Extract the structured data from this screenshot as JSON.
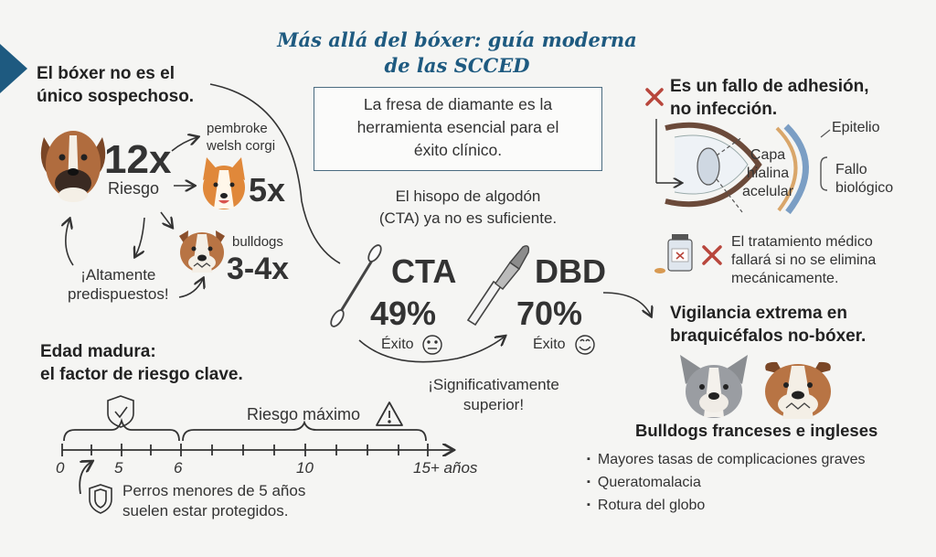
{
  "title": {
    "line1": "Más allá del bóxer: guía moderna",
    "line2": "de las SCCED"
  },
  "left": {
    "heading_line1": "El bóxer no es el",
    "heading_line2": "único sospechoso.",
    "boxer_multiplier": "12x",
    "boxer_caption": "Riesgo",
    "corgi_label_line1": "pembroke",
    "corgi_label_line2": "welsh corgi",
    "corgi_multiplier": "5x",
    "bulldog_label": "bulldogs",
    "bulldog_multiplier": "3-4x",
    "predisposed_line1": "¡Altamente",
    "predisposed_line2": "predispuestos!"
  },
  "age": {
    "heading_line1": "Edad madura:",
    "heading_line2": "el factor de riesgo clave.",
    "peak_label": "Riesgo máximo",
    "ticks": [
      "0",
      "5",
      "6",
      "10",
      "15+ años"
    ],
    "protected_line1": "Perros menores de 5 años",
    "protected_line2": "suelen estar protegidos."
  },
  "center": {
    "box_line1": "La fresa de diamante es la",
    "box_line2": "herramienta esencial para el",
    "box_line3": "éxito clínico.",
    "cotton_line1": "El hisopo de algodón",
    "cotton_line2": "(CTA) ya no es suficiente.",
    "cta_label": "CTA",
    "cta_percent": "49%",
    "cta_caption": "Éxito",
    "dbd_label": "DBD",
    "dbd_percent": "70%",
    "dbd_caption": "Éxito",
    "superior_line1": "¡Significativamente",
    "superior_line2": "superior!"
  },
  "right": {
    "heading_line1": "Es un fallo de adhesión,",
    "heading_line2": "no infección.",
    "epitelio": "Epitelio",
    "capa_line1": "Capa",
    "capa_line2": "hialina",
    "capa_line3": "acelular",
    "fallo_line1": "Fallo",
    "fallo_line2": "biológico",
    "treatment_line1": "El tratamiento médico",
    "treatment_line2": "fallará si no se elimina",
    "treatment_line3": "mecánicamente.",
    "vigilance_line1": "Vigilancia extrema en",
    "vigilance_line2": "braquicéfalos no-bóxer.",
    "breeds_heading": "Bulldogs franceses e ingleses",
    "list": [
      "Mayores tasas de complicaciones graves",
      "Queratomalacia",
      "Rotura del globo"
    ]
  },
  "colors": {
    "accent": "#1e5a80",
    "cross": "#b8463c",
    "cornea_blue": "#7b9ec4",
    "boxer_fawn": "#a8643a",
    "corgi_orange": "#e0883a"
  }
}
